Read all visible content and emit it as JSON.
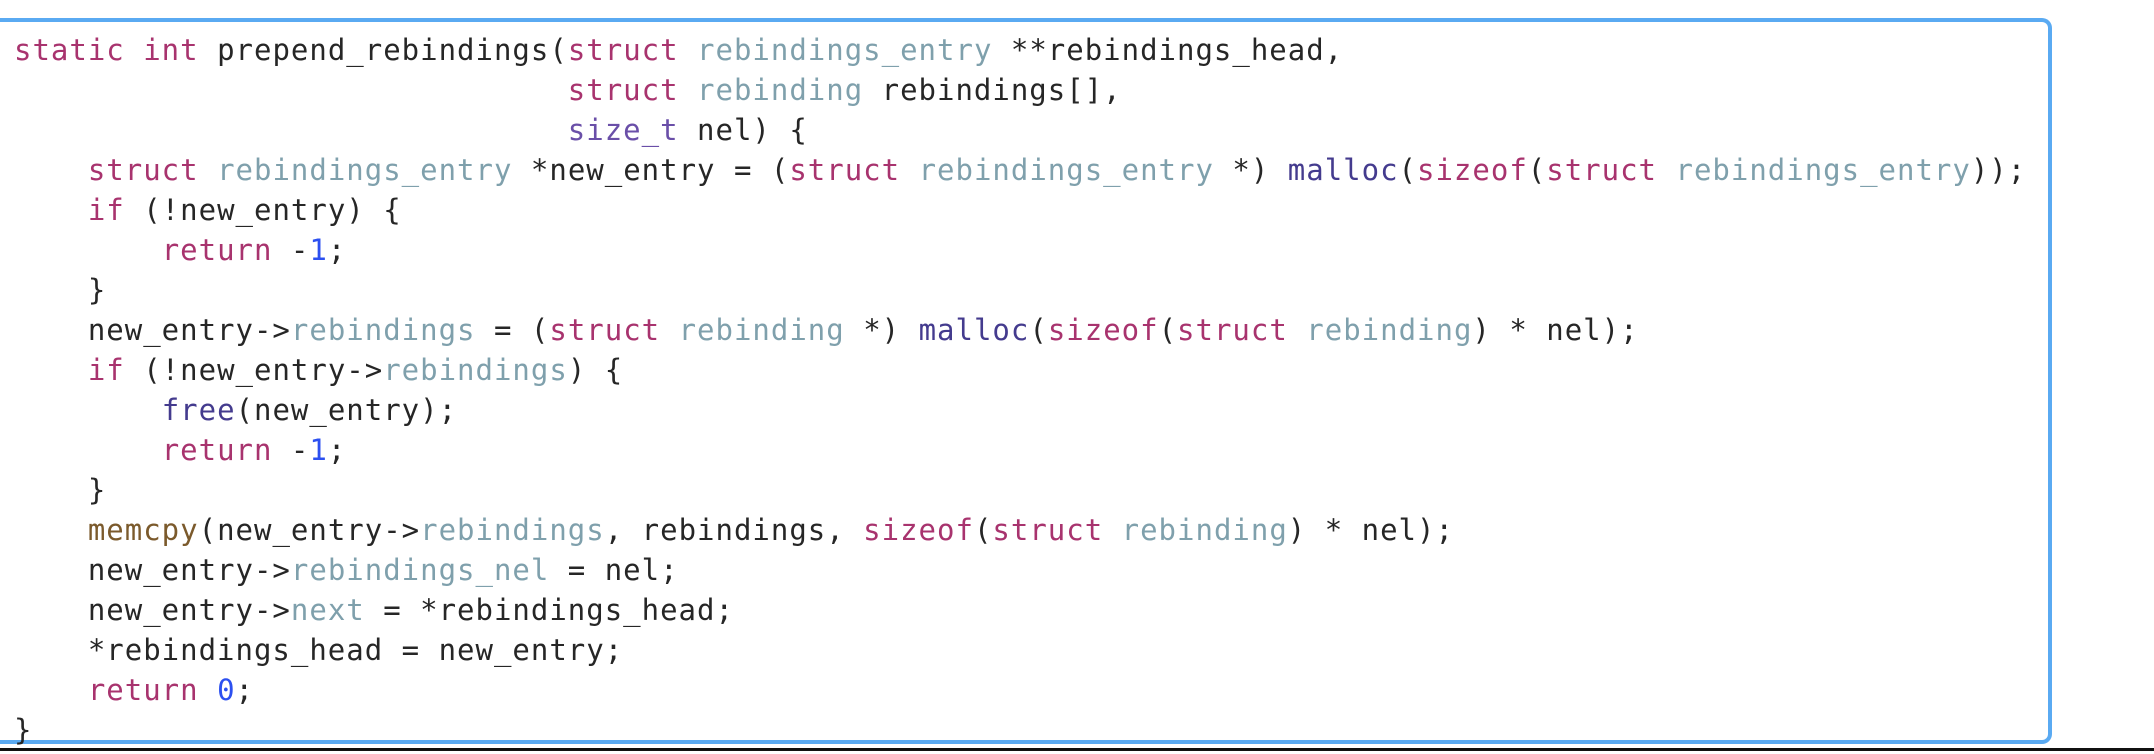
{
  "code": {
    "lines": [
      [
        {
          "t": "static int",
          "c": "kw"
        },
        {
          "t": " prepend_rebindings(",
          "c": "tx"
        },
        {
          "t": "struct",
          "c": "kw"
        },
        {
          "t": " ",
          "c": "tx"
        },
        {
          "t": "rebindings_entry",
          "c": "ty"
        },
        {
          "t": " **rebindings_head,",
          "c": "tx"
        }
      ],
      [
        {
          "t": "                              ",
          "c": "tx"
        },
        {
          "t": "struct",
          "c": "kw"
        },
        {
          "t": " ",
          "c": "tx"
        },
        {
          "t": "rebinding",
          "c": "ty"
        },
        {
          "t": " rebindings[],",
          "c": "tx"
        }
      ],
      [
        {
          "t": "                              ",
          "c": "tx"
        },
        {
          "t": "size_t",
          "c": "st"
        },
        {
          "t": " nel) {",
          "c": "tx"
        }
      ],
      [
        {
          "t": "    ",
          "c": "tx"
        },
        {
          "t": "struct",
          "c": "kw"
        },
        {
          "t": " ",
          "c": "tx"
        },
        {
          "t": "rebindings_entry",
          "c": "ty"
        },
        {
          "t": " *new_entry = (",
          "c": "tx"
        },
        {
          "t": "struct",
          "c": "kw"
        },
        {
          "t": " ",
          "c": "tx"
        },
        {
          "t": "rebindings_entry",
          "c": "ty"
        },
        {
          "t": " *) ",
          "c": "tx"
        },
        {
          "t": "malloc",
          "c": "fn"
        },
        {
          "t": "(",
          "c": "tx"
        },
        {
          "t": "sizeof",
          "c": "kw"
        },
        {
          "t": "(",
          "c": "tx"
        },
        {
          "t": "struct",
          "c": "kw"
        },
        {
          "t": " ",
          "c": "tx"
        },
        {
          "t": "rebindings_entry",
          "c": "ty"
        },
        {
          "t": "));",
          "c": "tx"
        }
      ],
      [
        {
          "t": "    ",
          "c": "tx"
        },
        {
          "t": "if",
          "c": "kw"
        },
        {
          "t": " (!new_entry) {",
          "c": "tx"
        }
      ],
      [
        {
          "t": "        ",
          "c": "tx"
        },
        {
          "t": "return",
          "c": "kw"
        },
        {
          "t": " -",
          "c": "tx"
        },
        {
          "t": "1",
          "c": "num"
        },
        {
          "t": ";",
          "c": "tx"
        }
      ],
      [
        {
          "t": "    }",
          "c": "tx"
        }
      ],
      [
        {
          "t": "    new_entry->",
          "c": "tx"
        },
        {
          "t": "rebindings",
          "c": "ty"
        },
        {
          "t": " = (",
          "c": "tx"
        },
        {
          "t": "struct",
          "c": "kw"
        },
        {
          "t": " ",
          "c": "tx"
        },
        {
          "t": "rebinding",
          "c": "ty"
        },
        {
          "t": " *) ",
          "c": "tx"
        },
        {
          "t": "malloc",
          "c": "fn"
        },
        {
          "t": "(",
          "c": "tx"
        },
        {
          "t": "sizeof",
          "c": "kw"
        },
        {
          "t": "(",
          "c": "tx"
        },
        {
          "t": "struct",
          "c": "kw"
        },
        {
          "t": " ",
          "c": "tx"
        },
        {
          "t": "rebinding",
          "c": "ty"
        },
        {
          "t": ") * nel);",
          "c": "tx"
        }
      ],
      [
        {
          "t": "    ",
          "c": "tx"
        },
        {
          "t": "if",
          "c": "kw"
        },
        {
          "t": " (!new_entry->",
          "c": "tx"
        },
        {
          "t": "rebindings",
          "c": "ty"
        },
        {
          "t": ") {",
          "c": "tx"
        }
      ],
      [
        {
          "t": "        ",
          "c": "tx"
        },
        {
          "t": "free",
          "c": "fn"
        },
        {
          "t": "(new_entry);",
          "c": "tx"
        }
      ],
      [
        {
          "t": "        ",
          "c": "tx"
        },
        {
          "t": "return",
          "c": "kw"
        },
        {
          "t": " -",
          "c": "tx"
        },
        {
          "t": "1",
          "c": "num"
        },
        {
          "t": ";",
          "c": "tx"
        }
      ],
      [
        {
          "t": "    }",
          "c": "tx"
        }
      ],
      [
        {
          "t": "    ",
          "c": "tx"
        },
        {
          "t": "memcpy",
          "c": "fb"
        },
        {
          "t": "(new_entry->",
          "c": "tx"
        },
        {
          "t": "rebindings",
          "c": "ty"
        },
        {
          "t": ", rebindings, ",
          "c": "tx"
        },
        {
          "t": "sizeof",
          "c": "kw"
        },
        {
          "t": "(",
          "c": "tx"
        },
        {
          "t": "struct",
          "c": "kw"
        },
        {
          "t": " ",
          "c": "tx"
        },
        {
          "t": "rebinding",
          "c": "ty"
        },
        {
          "t": ") * nel);",
          "c": "tx"
        }
      ],
      [
        {
          "t": "    new_entry->",
          "c": "tx"
        },
        {
          "t": "rebindings_nel",
          "c": "ty"
        },
        {
          "t": " = nel;",
          "c": "tx"
        }
      ],
      [
        {
          "t": "    new_entry->",
          "c": "tx"
        },
        {
          "t": "next",
          "c": "ty"
        },
        {
          "t": " = *rebindings_head;",
          "c": "tx"
        }
      ],
      [
        {
          "t": "    *rebindings_head = new_entry;",
          "c": "tx"
        }
      ],
      [
        {
          "t": "    ",
          "c": "tx"
        },
        {
          "t": "return",
          "c": "kw"
        },
        {
          "t": " ",
          "c": "tx"
        },
        {
          "t": "0",
          "c": "num"
        },
        {
          "t": ";",
          "c": "tx"
        }
      ],
      [
        {
          "t": "}",
          "c": "tx"
        }
      ]
    ]
  },
  "colors": {
    "keyword": "#a8336e",
    "type": "#7fa0ac",
    "builtin_type": "#6a4fa8",
    "function": "#443b8e",
    "builtin_function": "#7b5a2c",
    "number": "#2c50f0",
    "text": "#262626",
    "focus_border": "#5aaaf2"
  }
}
